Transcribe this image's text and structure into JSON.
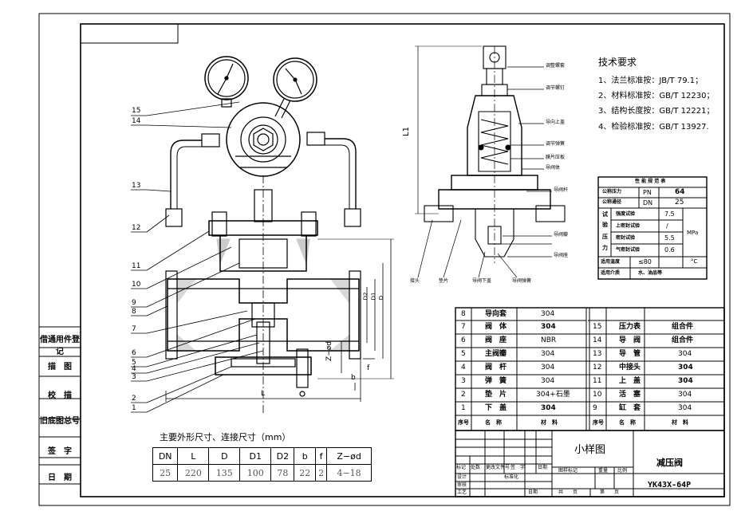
{
  "tech_requirements": {
    "title": "技术要求",
    "items": [
      "1、法兰标准按：JB/T 79.1；",
      "2、材料标准按：GB/T 12230；",
      "3、结构长度按：GB/T 12221；",
      "4、检验标准按：GB/T 13927."
    ]
  },
  "performance_table": {
    "title": "性 能 规 范 表",
    "rows": [
      {
        "label": "公称压力",
        "symbol": "PN",
        "value": "64"
      },
      {
        "label": "公称通径",
        "symbol": "DN",
        "value": "25"
      }
    ],
    "test_group_label": [
      "试",
      "验",
      "压",
      "力"
    ],
    "tests": [
      {
        "label": "强度试验",
        "value": "7.5"
      },
      {
        "label": "上密封试验",
        "value": "/"
      },
      {
        "label": "密封试验",
        "value": "5.5"
      },
      {
        "label": "气密封试验",
        "value": "0.6"
      }
    ],
    "test_unit": "MPa",
    "temp_label": "适用温度",
    "temp_value": "≤80",
    "temp_unit": "°C",
    "medium_label": "适用介质",
    "medium_value": "水、油品等"
  },
  "dim_table": {
    "title": "主要外形尺寸、连接尺寸（mm）",
    "headers": [
      "DN",
      "L",
      "D",
      "D1",
      "D2",
      "b",
      "f",
      "Z−ød"
    ],
    "values": [
      "25",
      "220",
      "135",
      "100",
      "78",
      "22",
      "2",
      "4−18"
    ]
  },
  "parts_left": [
    {
      "no": "8",
      "name": "导向套",
      "mat": "304"
    },
    {
      "no": "7",
      "name": "阀　体",
      "mat": "304"
    },
    {
      "no": "6",
      "name": "阀　座",
      "mat": "NBR"
    },
    {
      "no": "5",
      "name": "主阀瓣",
      "mat": "304"
    },
    {
      "no": "4",
      "name": "阀　杆",
      "mat": "304"
    },
    {
      "no": "3",
      "name": "弹　簧",
      "mat": "304"
    },
    {
      "no": "2",
      "name": "垫　片",
      "mat": "304+石墨"
    },
    {
      "no": "1",
      "name": "下　盖",
      "mat": "304"
    }
  ],
  "parts_right": [
    {
      "no": "15",
      "name": "压力表",
      "mat": "组合件"
    },
    {
      "no": "14",
      "name": "导　阀",
      "mat": "组合件"
    },
    {
      "no": "13",
      "name": "导　管",
      "mat": "304"
    },
    {
      "no": "12",
      "name": "中接头",
      "mat": "304"
    },
    {
      "no": "11",
      "name": "上　盖",
      "mat": "304"
    },
    {
      "no": "10",
      "name": "活　塞",
      "mat": "304"
    },
    {
      "no": "9",
      "name": "缸　套",
      "mat": "304"
    }
  ],
  "parts_header": {
    "no": "序号",
    "name": "名　称",
    "mat": "材　料"
  },
  "title_block": {
    "drawing_title": "小样图",
    "product_name": "减压阀",
    "model": "YK43X-64P",
    "row_labels": [
      "标记",
      "处数",
      "更改文件号",
      "签　字",
      "日期"
    ],
    "design": "设计",
    "standardize": "标准化",
    "review": "审核",
    "process": "工艺",
    "date": "日期",
    "drawing_mark": "图样标记",
    "weight": "重量",
    "scale": "比例",
    "total": "共　　页",
    "sheet": "第　　页"
  },
  "side_column": [
    "借通用件登记",
    "描　图",
    "校　描",
    "旧底图总号",
    "签　字",
    "日　期"
  ],
  "callouts_main": [
    "15",
    "14",
    "13",
    "12",
    "11",
    "10",
    "9",
    "8",
    "7",
    "6",
    "5",
    "4",
    "3",
    "2",
    "1"
  ],
  "pilot_labels": {
    "l1": "L1",
    "left": [
      "调整螺套",
      "调节螺钉",
      "导向上盖",
      "调节弹簧",
      "膜片压板",
      "导阀体"
    ],
    "right": [
      "导阀杆",
      "导阀瓣",
      "导阀座"
    ],
    "bottom": [
      "接头",
      "垫片",
      "导阀下盖",
      "导阀弹簧"
    ]
  },
  "main_dims": {
    "L": "L",
    "D2": "D2",
    "D1": "D1",
    "D": "D",
    "Zd": "Z−ød",
    "b": "b",
    "f": "f"
  }
}
